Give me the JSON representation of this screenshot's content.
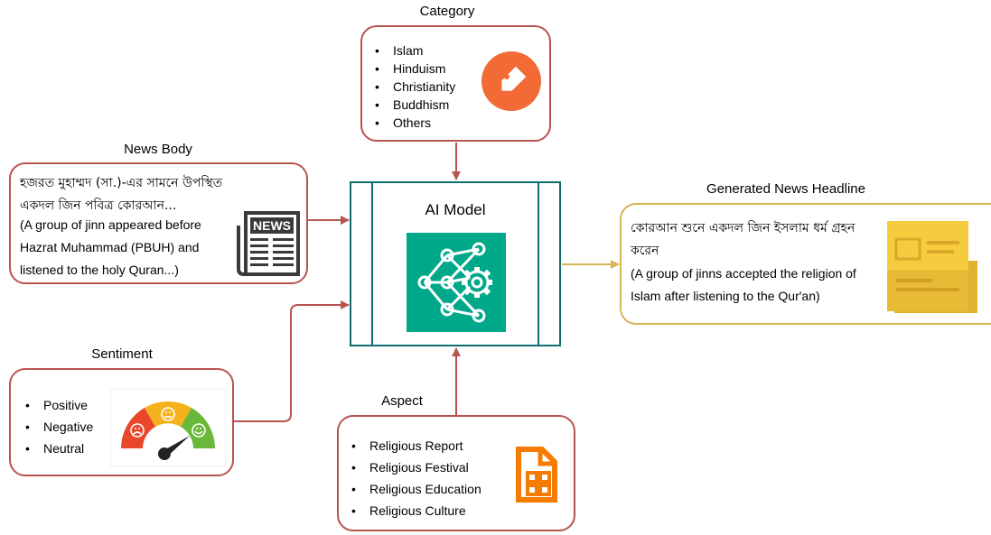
{
  "category": {
    "title": "Category",
    "items": [
      "Islam",
      "Hinduism",
      "Christianity",
      "Buddhism",
      "Others"
    ]
  },
  "news_body": {
    "title": "News Body",
    "bangla_line1": "হজরত মুহাম্মদ (সা.)-এর সামনে উপস্থিত",
    "bangla_line2": "একদল জিন পবিত্র কোরআন...",
    "english_line1": "(A group of jinn appeared before",
    "english_line2": "Hazrat Muhammad (PBUH) and",
    "english_line3": "listened to the holy Quran...)",
    "icon_text": "NEWS"
  },
  "model": {
    "label": "AI Model"
  },
  "headline": {
    "title": "Generated News Headline",
    "bangla_line1": "কোরআন শুনে একদল জিন ইসলাম ধর্ম গ্রহন",
    "bangla_line2": "করেন",
    "english_line1": "(A group of jinns accepted the religion of",
    "english_line2": "Islam after listening to the Qur'an)"
  },
  "sentiment": {
    "title": "Sentiment",
    "items": [
      "Positive",
      "Negative",
      "Neutral"
    ]
  },
  "aspect": {
    "title": "Aspect",
    "items": [
      "Religious Report",
      "Religious Festival",
      "Religious Education",
      "Religious Culture"
    ]
  },
  "colors": {
    "input_border": "#b85450",
    "output_border": "#d6b656",
    "model_border": "#0e6e6e",
    "model_icon_bg": "#00a88a",
    "tag_icon": "#f26a36",
    "aspect_icon": "#f57c00",
    "headline_icon": "#f5cc3d"
  }
}
